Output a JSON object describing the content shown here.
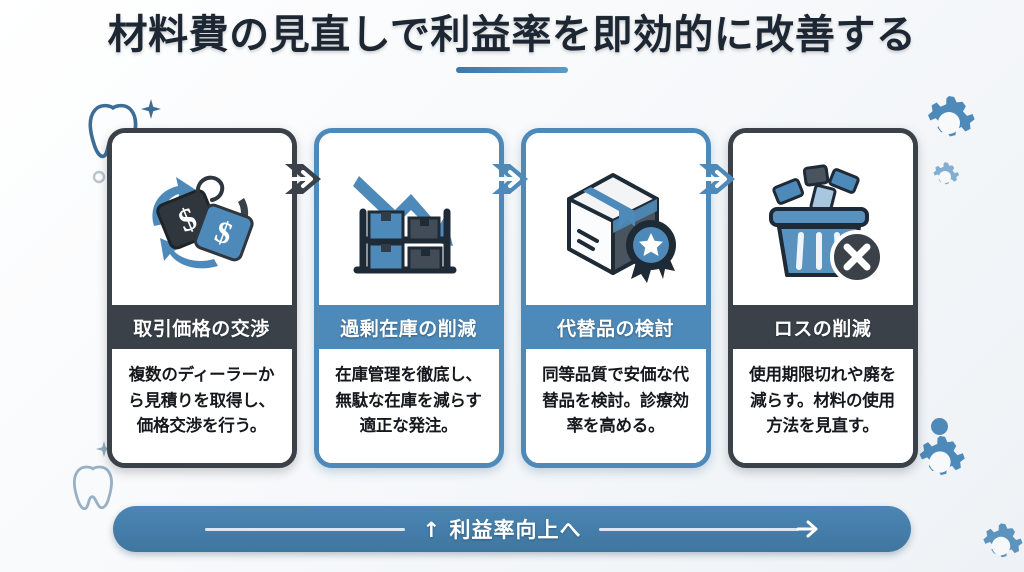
{
  "title": {
    "text": "材料費の見直しで利益率を即効的に改善する",
    "accent_color": "#3f78a8"
  },
  "theme": {
    "dark": "#3a4149",
    "blue": "#4e8ab9",
    "background": "#f7f9fb",
    "card_background": "#ffffff"
  },
  "cards": [
    {
      "icon": "price-tags-negotiation-icon",
      "heading": "取引価格の交渉",
      "body": "複数のディーラーから見積りを取得し、価格交渉を行う。",
      "accent": "dark"
    },
    {
      "icon": "shelf-inventory-decline-icon",
      "heading": "過剰在庫の削減",
      "body": "在庫管理を徹底し、無駄な在庫を減らす適正な発注。",
      "accent": "blue"
    },
    {
      "icon": "box-quality-badge-icon",
      "heading": "代替品の検討",
      "body": "同等品質で安価な代替品を検討。診療効率を高める。",
      "accent": "blue"
    },
    {
      "icon": "trash-bin-waste-reduction-icon",
      "heading": "ロスの削減",
      "body": "使用期限切れや廃を減らす。材料の使用方法を見直す。",
      "accent": "dark"
    }
  ],
  "connectors": [
    {
      "name": "arrow-step-1-to-2",
      "color": "#3a4149"
    },
    {
      "name": "arrow-step-2-to-3",
      "color": "#4e8ab9"
    },
    {
      "name": "arrow-step-3-to-4",
      "color": "#4e8ab9"
    }
  ],
  "banner": {
    "text": "↑ 利益率向上へ",
    "color": "#4b86b4"
  },
  "decorations": [
    "tooth-outline-icon",
    "sparkle-icon",
    "tooth-outline-icon",
    "sparkle-icon",
    "gear-icon",
    "gear-icon",
    "gear-icon",
    "dot-icon"
  ]
}
